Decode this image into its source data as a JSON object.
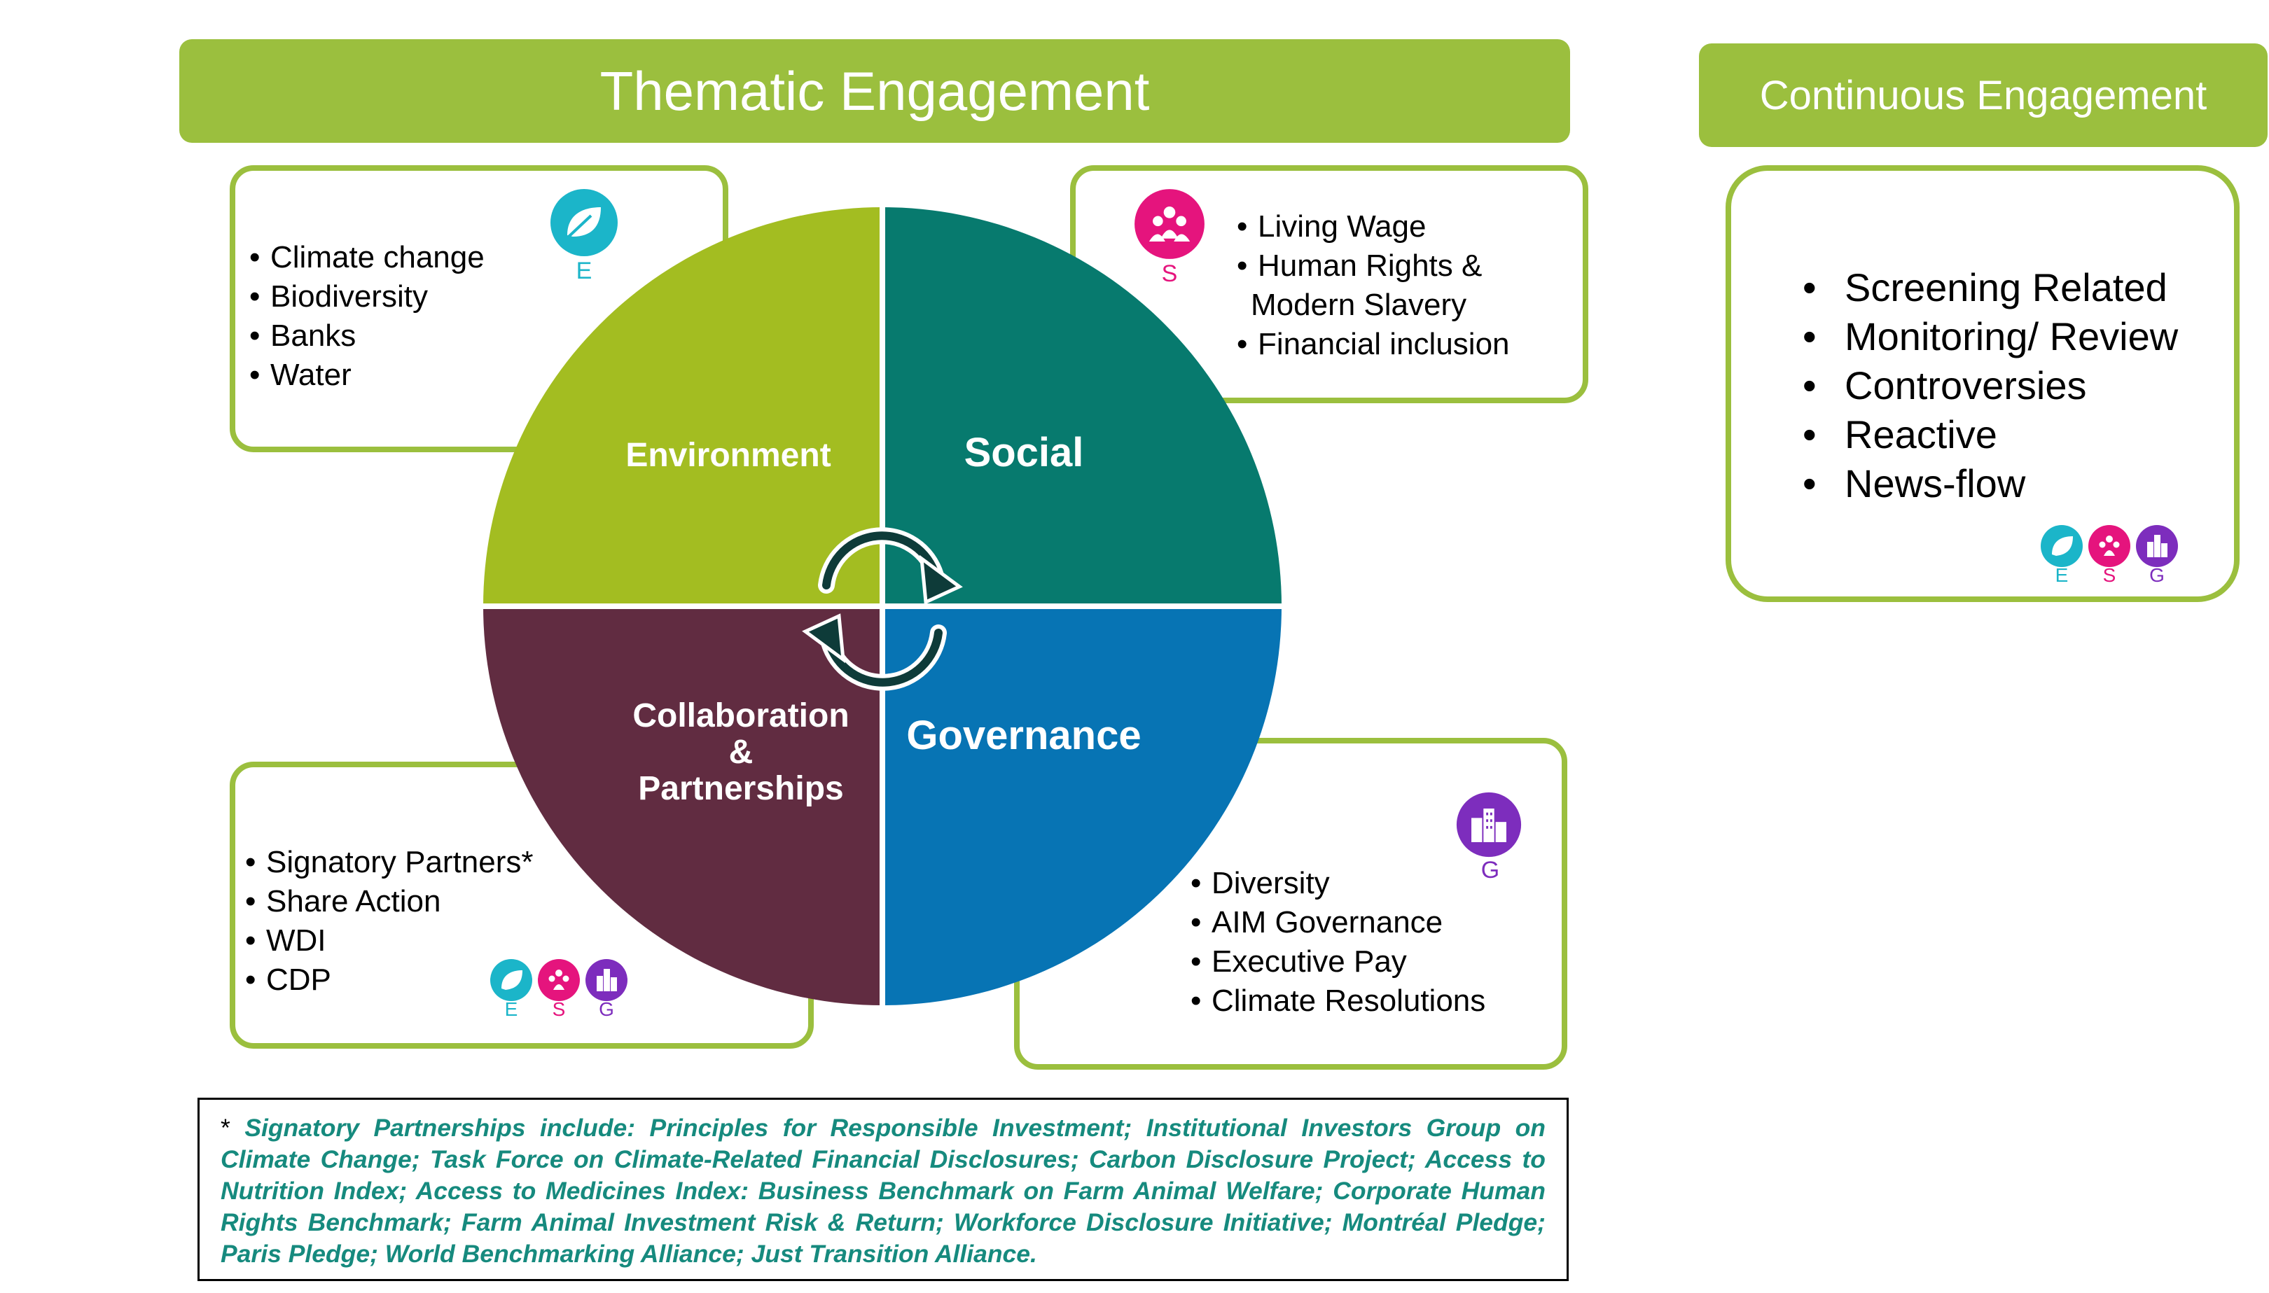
{
  "banners": {
    "thematic": "Thematic Engagement",
    "continuous": "Continuous Engagement"
  },
  "quadrants": {
    "environment": "Environment",
    "social": "Social",
    "collaboration": [
      "Collaboration",
      "&",
      "Partnerships"
    ],
    "governance": "Governance"
  },
  "boxes": {
    "environment": {
      "items": [
        "Climate change",
        "Biodiversity",
        "Banks",
        "Water"
      ],
      "icon": "leaf-icon",
      "letter": "E"
    },
    "social": {
      "items": [
        "Living Wage",
        "Human Rights &",
        "Modern Slavery",
        "Financial inclusion"
      ],
      "icon": "people-icon",
      "letter": "S"
    },
    "collaboration": {
      "items": [
        "Signatory Partners*",
        "Share Action",
        "WDI",
        "CDP"
      ],
      "letters": [
        "E",
        "S",
        "G"
      ]
    },
    "governance": {
      "items": [
        "Diversity",
        "AIM Governance",
        "Executive Pay",
        "Climate Resolutions"
      ],
      "icon": "building-icon",
      "letter": "G"
    },
    "continuous": {
      "items": [
        "Screening Related",
        "Monitoring/ Review",
        "Controversies",
        "Reactive",
        "News-flow"
      ],
      "letters": [
        "E",
        "S",
        "G"
      ]
    }
  },
  "footnote": {
    "star": "*",
    "text": "Signatory Partnerships include: Principles for Responsible Investment; Institutional Investors Group on Climate Change; Task Force on Climate-Related Financial Disclosures; Carbon Disclosure Project; Access to Nutrition Index; Access to Medicines Index: Business Benchmark on Farm Animal Welfare; Corporate Human Rights Benchmark; Farm Animal Investment Risk & Return; Workforce Disclosure Initiative; Montréal Pledge; Paris Pledge; World Benchmarking Alliance; Just Transition Alliance."
  },
  "colors": {
    "banner_green": "#9BBF3E",
    "environment": "#A3BD21",
    "social": "#077A6E",
    "collaboration": "#612C41",
    "governance": "#0774B4",
    "icon_e": "#1BB5C9",
    "icon_s": "#E5147D",
    "icon_g": "#7D2DBD",
    "footnote_text": "#168A7E"
  }
}
